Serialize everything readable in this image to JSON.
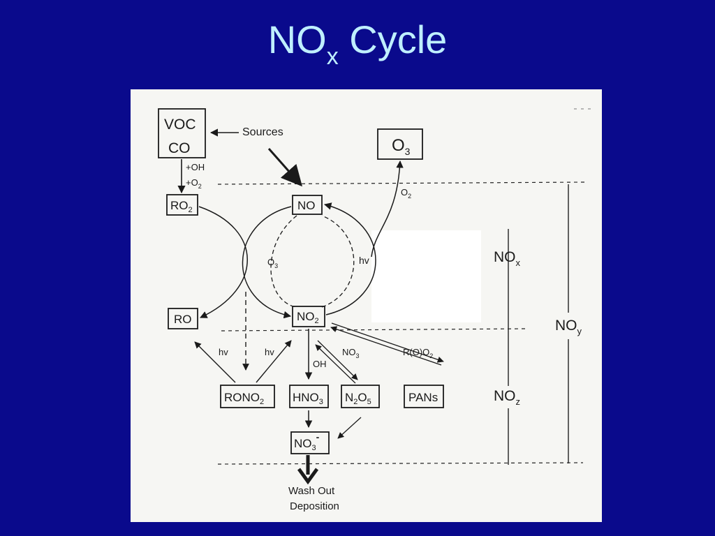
{
  "slide": {
    "title_main": "NO",
    "title_sub": "x",
    "title_rest": " Cycle",
    "background_color": "#0a0a8c",
    "title_color": "#bfefff"
  },
  "diagram": {
    "nodes": {
      "voc_line1": "VOC",
      "voc_line2": "CO",
      "sources": "Sources",
      "o3_main": "O",
      "o3_sub": "3",
      "ro2_main": "RO",
      "ro2_sub": "2",
      "no": "NO",
      "ro": "RO",
      "no2_main": "NO",
      "no2_sub": "2",
      "rono2_main": "RONO",
      "rono2_sub": "2",
      "hno3_main": "HNO",
      "hno3_sub": "3",
      "n2o5_a": "N",
      "n2o5_b": "2",
      "n2o5_c": "O",
      "n2o5_d": "5",
      "pans": "PANs",
      "no3m_main": "NO",
      "no3m_sub": "3",
      "no3m_sup": "-",
      "washout_line1": "Wash Out",
      "washout_line2": "Deposition"
    },
    "reaction_labels": {
      "oh": "+OH",
      "o2_main": "+O",
      "o2_sub": "2",
      "o3_loop_main": "O",
      "o3_loop_sub": "3",
      "hv_right": "hv",
      "o2_right_main": "O",
      "o2_right_sub": "2",
      "hv_left1": "hv",
      "hv_left2": "hv",
      "oh_down": "OH",
      "no3_main": "NO",
      "no3_sub": "3",
      "ro_o2_main": "R(O)O",
      "ro_o2_sub": "2"
    },
    "groups": {
      "nox_main": "NO",
      "nox_sub": "x",
      "noy_main": "NO",
      "noy_sub": "y",
      "noz_main": "NO",
      "noz_sub": "z"
    }
  }
}
